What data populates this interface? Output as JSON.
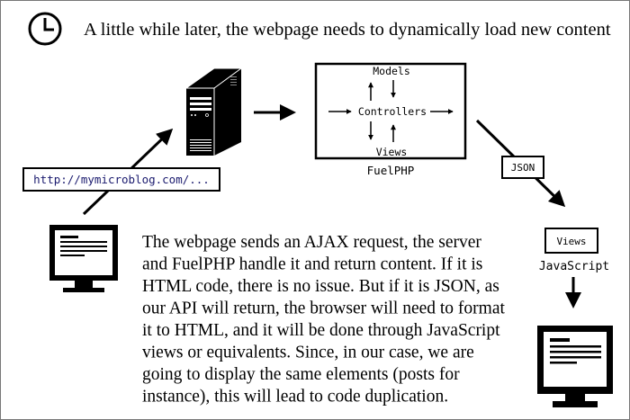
{
  "title": "A little while later, the webpage needs to dynamically load new content",
  "url_label": "http://mymicroblog.com/...",
  "framework": {
    "name": "FuelPHP",
    "models": "Models",
    "controllers": "Controllers",
    "views": "Views"
  },
  "json_label": "JSON",
  "client": {
    "views": "Views",
    "name": "JavaScript"
  },
  "paragraph": [
    "The webpage sends an AJAX request, the server",
    "and FuelPHP handle it and return content. If it is",
    "HTML code, there is no issue. But if it is JSON, as",
    "our API will return, the browser will need to format",
    "it to HTML, and it will be done through JavaScript",
    "views or equivalents. Since, in our case, we are",
    "going to display the same elements (posts for",
    "instance), this will lead to code duplication."
  ],
  "colors": {
    "url_text": "#1a1a6e",
    "border": "#777777"
  }
}
